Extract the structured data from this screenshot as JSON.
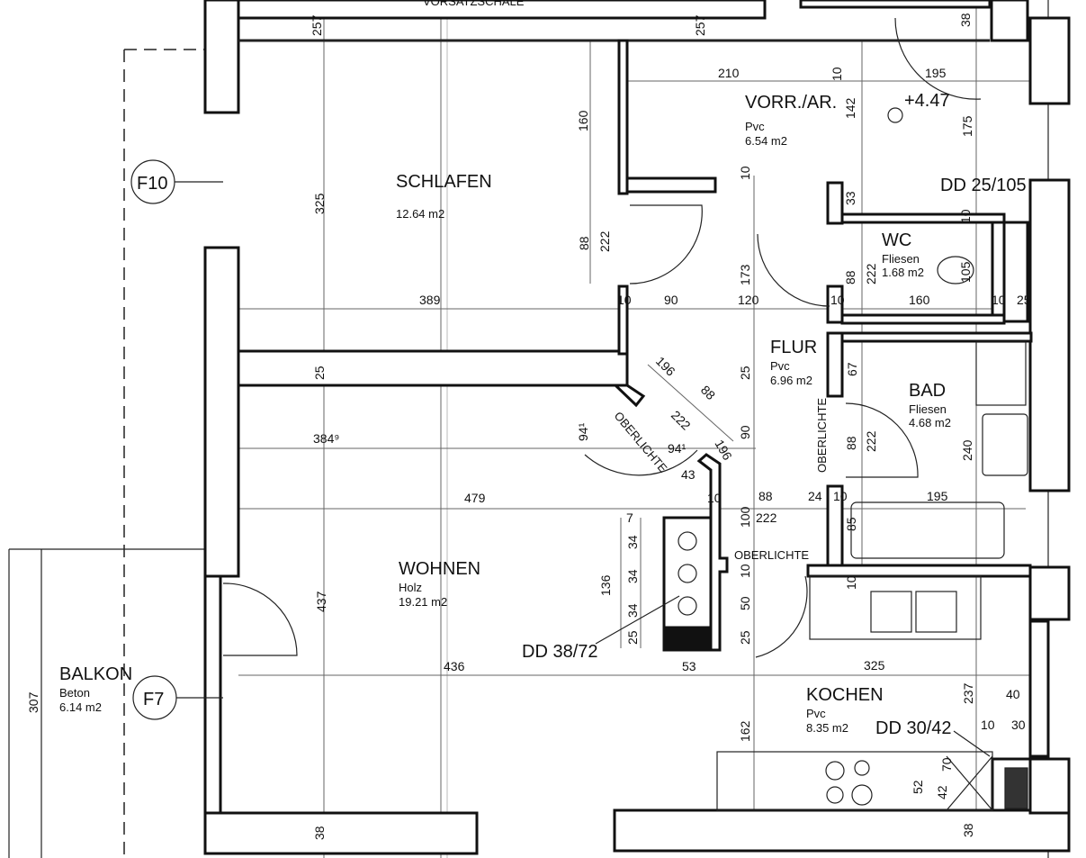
{
  "title_fragment": "VORSATZSCHALE",
  "rooms": [
    {
      "name": "SCHLAFEN",
      "floor": "",
      "area": "12.64 m2"
    },
    {
      "name": "VORR./AR.",
      "floor": "Pvc",
      "area": "6.54 m2"
    },
    {
      "name": "WC",
      "floor": "Fliesen",
      "area": "1.68 m2"
    },
    {
      "name": "FLUR",
      "floor": "Pvc",
      "area": "6.96 m2"
    },
    {
      "name": "BAD",
      "floor": "Fliesen",
      "area": "4.68 m2"
    },
    {
      "name": "WOHNEN",
      "floor": "Holz",
      "area": "19.21 m2"
    },
    {
      "name": "KOCHEN",
      "floor": "Pvc",
      "area": "8.35 m2"
    },
    {
      "name": "BALKON",
      "floor": "Beton",
      "area": "6.14 m2"
    }
  ],
  "markers": {
    "window_a": "F10",
    "window_b": "F7",
    "elevation": "+4.47"
  },
  "openings": [
    "DD 25/105",
    "DD 38/72",
    "DD 30/42"
  ],
  "skylights": [
    "OBERLICHTE",
    "OBERLICHTE",
    "OBERLICHTE"
  ],
  "dims": [
    "257",
    "257",
    "38",
    "210",
    "10",
    "195",
    "142",
    "175",
    "160",
    "325",
    "10",
    "33",
    "88",
    "222",
    "173",
    "88",
    "222",
    "105",
    "10",
    "389",
    "10",
    "90",
    "120",
    "10",
    "160",
    "10",
    "25",
    "25",
    "25",
    "67",
    "196",
    "88",
    "222",
    "94¹",
    "94¹",
    "384⁹",
    "90",
    "196",
    "43",
    "88",
    "222",
    "240",
    "479",
    "10",
    "88",
    "24",
    "10",
    "195",
    "100",
    "222",
    "7",
    "34",
    "136",
    "34",
    "34",
    "25",
    "10",
    "50",
    "25",
    "10",
    "85",
    "437",
    "436",
    "53",
    "325",
    "237",
    "40",
    "10",
    "30",
    "162",
    "52",
    "42",
    "70",
    "307",
    "38",
    "38"
  ]
}
